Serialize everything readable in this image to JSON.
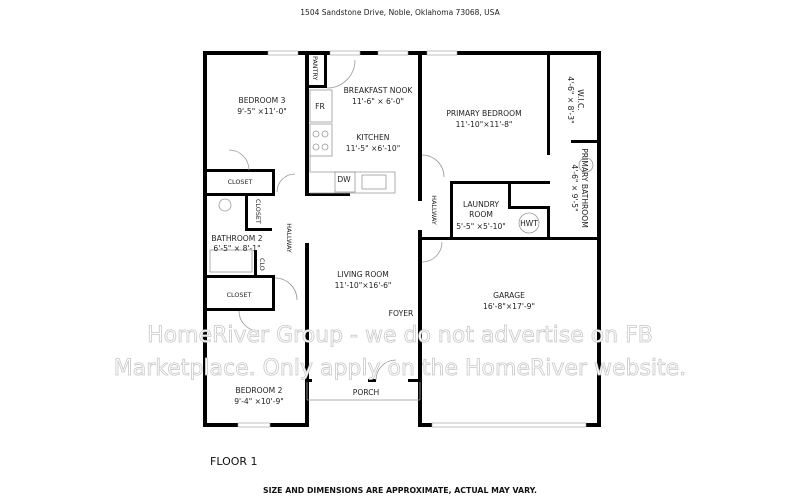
{
  "header": {
    "address": "1504 Sandstone Drive, Noble, Oklahoma 73068, USA"
  },
  "rooms": {
    "bedroom3": {
      "name": "BEDROOM 3",
      "dims": "9'-5\" ×11'-0\""
    },
    "closet_b3": {
      "name": "CLOSET"
    },
    "pantry": {
      "name": "PANTRY"
    },
    "fridge": {
      "name": "FR"
    },
    "breakfast_nook": {
      "name": "BREAKFAST NOOK",
      "dims": "11'-6\" × 6'-0\""
    },
    "kitchen": {
      "name": "KITCHEN",
      "dims": "11'-5\" ×6'-10\""
    },
    "dishwasher": {
      "name": "DW"
    },
    "primary_bedroom": {
      "name": "PRIMARY BEDROOM",
      "dims": "11'-10\"×11'-8\""
    },
    "wic": {
      "name": "W.I.C.",
      "dims": "4'-6\" × 8'-3\""
    },
    "primary_bathroom": {
      "name": "PRIMARY BATHROOM",
      "dims": "4'-6\" × 9'-5\""
    },
    "hallway_left": {
      "name": "HALLWAY"
    },
    "hallway_right": {
      "name": "HALLWAY"
    },
    "closet_hall": {
      "name": "CLOSET"
    },
    "bathroom2": {
      "name": "BATHROOM 2",
      "dims": "6'-5\" × 8'-1\""
    },
    "clo": {
      "name": "CLO"
    },
    "laundry": {
      "name": "LAUNDRY",
      "name2": "ROOM",
      "dims": "5'-5\" ×5'-10\""
    },
    "hwt": {
      "name": "HWT"
    },
    "living_room": {
      "name": "LIVING ROOM",
      "dims": "11'-10\"×16'-6\""
    },
    "closet_b2": {
      "name": "CLOSET"
    },
    "garage": {
      "name": "GARAGE",
      "dims": "16'-8\"×17'-9\""
    },
    "bedroom2": {
      "name": "BEDROOM 2",
      "dims": "9'-4\" ×10'-9\""
    },
    "foyer": {
      "name": "FOYER"
    },
    "porch": {
      "name": "PORCH"
    }
  },
  "watermark": {
    "line1": "HomeRiver Group - we do not advertise on FB",
    "line2": "Marketplace. Only apply on the HomeRiver website."
  },
  "footer": {
    "floor_label": "FLOOR 1",
    "disclaimer": "SIZE AND DIMENSIONS ARE APPROXIMATE, ACTUAL MAY VARY."
  }
}
